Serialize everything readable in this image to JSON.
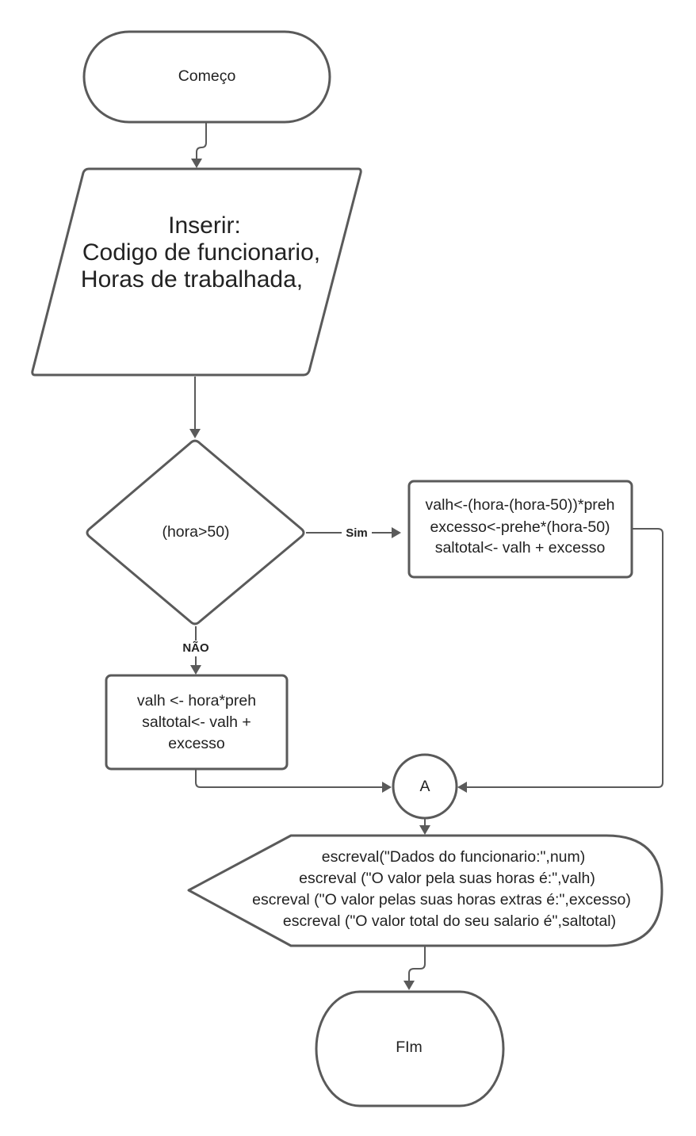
{
  "colors": {
    "stroke": "#5a5a5a",
    "fill": "#ffffff",
    "text": "#222222"
  },
  "nodes": {
    "start": {
      "label": "Começo"
    },
    "input": {
      "lines": [
        "Inserir:",
        "Codigo de funcionario,",
        "Horas de trabalhada,"
      ]
    },
    "decision": {
      "label": "(hora>50)"
    },
    "yes_process": {
      "lines": [
        "valh<-(hora-(hora-50))*preh",
        "excesso<-prehe*(hora-50)",
        "saltotal<- valh + excesso"
      ]
    },
    "no_process": {
      "lines": [
        "valh <- hora*preh",
        "saltotal<- valh +",
        "excesso"
      ]
    },
    "connector": {
      "label": "A"
    },
    "display": {
      "lines": [
        "escreval(\"Dados do funcionario:\",num)",
        "escreval (\"O valor pela suas horas é:\",valh)",
        "escreval (\"O valor pelas suas horas extras é:\",excesso)",
        "escreval (\"O valor total do seu salario é\",saltotal)"
      ]
    },
    "end": {
      "label": "FIm"
    }
  },
  "edge_labels": {
    "yes": "Sim",
    "no": "NÃO"
  }
}
